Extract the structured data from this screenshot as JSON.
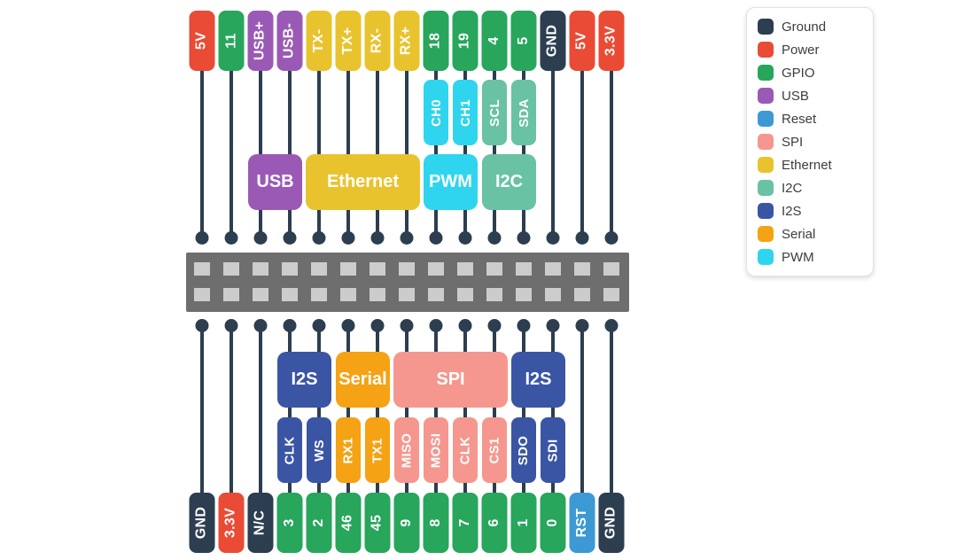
{
  "colors": {
    "ground": "#2c3e50",
    "power": "#e94b35",
    "gpio": "#27a65c",
    "usb": "#9b59b6",
    "reset": "#3c99d4",
    "spi": "#f5978e",
    "ethernet": "#e8c32e",
    "i2c": "#68c2a3",
    "i2s": "#3b55a5",
    "serial": "#f5a214",
    "pwm": "#2fd5ee",
    "wire": "#2c3e50",
    "connector_body": "#6e6e6e",
    "connector_hole": "#cccccc"
  },
  "connector": {
    "columns": 15,
    "rows": 2
  },
  "pins_top": [
    {
      "label": "5V",
      "type": "power"
    },
    {
      "label": "11",
      "type": "gpio"
    },
    {
      "label": "USB+",
      "type": "usb"
    },
    {
      "label": "USB-",
      "type": "usb"
    },
    {
      "label": "TX-",
      "type": "ethernet"
    },
    {
      "label": "TX+",
      "type": "ethernet"
    },
    {
      "label": "RX-",
      "type": "ethernet"
    },
    {
      "label": "RX+",
      "type": "ethernet"
    },
    {
      "label": "18",
      "type": "gpio"
    },
    {
      "label": "19",
      "type": "gpio"
    },
    {
      "label": "4",
      "type": "gpio"
    },
    {
      "label": "5",
      "type": "gpio"
    },
    {
      "label": "GND",
      "type": "ground"
    },
    {
      "label": "5V",
      "type": "power"
    },
    {
      "label": "3.3V",
      "type": "power"
    }
  ],
  "top_subs": [
    {
      "label": "CH0",
      "type": "pwm"
    },
    {
      "label": "CH1",
      "type": "pwm"
    },
    {
      "label": "SCL",
      "type": "i2c"
    },
    {
      "label": "SDA",
      "type": "i2c"
    }
  ],
  "top_functions": [
    {
      "label": "USB",
      "type": "usb"
    },
    {
      "label": "Ethernet",
      "type": "ethernet"
    },
    {
      "label": "PWM",
      "type": "pwm"
    },
    {
      "label": "I2C",
      "type": "i2c"
    }
  ],
  "bottom_functions": [
    {
      "label": "I2S",
      "type": "i2s"
    },
    {
      "label": "Serial",
      "type": "serial"
    },
    {
      "label": "SPI",
      "type": "spi"
    },
    {
      "label": "I2S",
      "type": "i2s"
    }
  ],
  "bottom_subs": [
    {
      "label": "CLK",
      "type": "i2s"
    },
    {
      "label": "WS",
      "type": "i2s"
    },
    {
      "label": "RX1",
      "type": "serial"
    },
    {
      "label": "TX1",
      "type": "serial"
    },
    {
      "label": "MISO",
      "type": "spi"
    },
    {
      "label": "MOSI",
      "type": "spi"
    },
    {
      "label": "CLK",
      "type": "spi"
    },
    {
      "label": "CS1",
      "type": "spi"
    },
    {
      "label": "SDO",
      "type": "i2s"
    },
    {
      "label": "SDI",
      "type": "i2s"
    }
  ],
  "pins_bottom": [
    {
      "label": "GND",
      "type": "ground"
    },
    {
      "label": "3.3V",
      "type": "power"
    },
    {
      "label": "N/C",
      "type": "ground"
    },
    {
      "label": "3",
      "type": "gpio"
    },
    {
      "label": "2",
      "type": "gpio"
    },
    {
      "label": "46",
      "type": "gpio"
    },
    {
      "label": "45",
      "type": "gpio"
    },
    {
      "label": "9",
      "type": "gpio"
    },
    {
      "label": "8",
      "type": "gpio"
    },
    {
      "label": "7",
      "type": "gpio"
    },
    {
      "label": "6",
      "type": "gpio"
    },
    {
      "label": "1",
      "type": "gpio"
    },
    {
      "label": "0",
      "type": "gpio"
    },
    {
      "label": "RST",
      "type": "reset"
    },
    {
      "label": "GND",
      "type": "ground"
    }
  ],
  "legend": [
    {
      "label": "Ground",
      "type": "ground"
    },
    {
      "label": "Power",
      "type": "power"
    },
    {
      "label": "GPIO",
      "type": "gpio"
    },
    {
      "label": "USB",
      "type": "usb"
    },
    {
      "label": "Reset",
      "type": "reset"
    },
    {
      "label": "SPI",
      "type": "spi"
    },
    {
      "label": "Ethernet",
      "type": "ethernet"
    },
    {
      "label": "I2C",
      "type": "i2c"
    },
    {
      "label": "I2S",
      "type": "i2s"
    },
    {
      "label": "Serial",
      "type": "serial"
    },
    {
      "label": "PWM",
      "type": "pwm"
    }
  ]
}
